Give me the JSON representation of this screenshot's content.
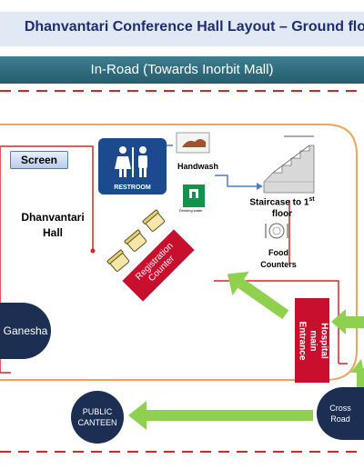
{
  "title": "Dhanvantari Conference Hall Layout – Ground floor",
  "road_label": "In-Road  (Towards Inorbit Mall)",
  "screen_label": "Screen",
  "hall_label": "Dhanvantari\nHall",
  "restroom_label": "RESTROOM",
  "handwash_label": "Handwash",
  "drinking_water_label": "Drinking water",
  "staircase_label_main": "Staircase to 1",
  "staircase_label_sup": "st",
  "staircase_label_floor": "floor",
  "food_counters_label": "Food\nCounters",
  "registration_counter_label": "Registration\nCounter",
  "ganesha_label": "Ganesha",
  "hospital_entrance_label": "Hospital main\nEntrance",
  "public_canteen_label": "PUBLIC\nCANTEEN",
  "cross_road_label": "Cross\nRoad",
  "colors": {
    "title_text": "#1f2d73",
    "road_bar": "#2f6b7d",
    "red_dashed": "#d9232b",
    "orange_outline": "#f0a35a",
    "circle_navy": "#1c2f52",
    "arrow_green": "#8fd14f",
    "counter_red": "#c8102e",
    "restroom_blue": "#1d4a8f",
    "chair_yellow": "#f6e7a8"
  }
}
